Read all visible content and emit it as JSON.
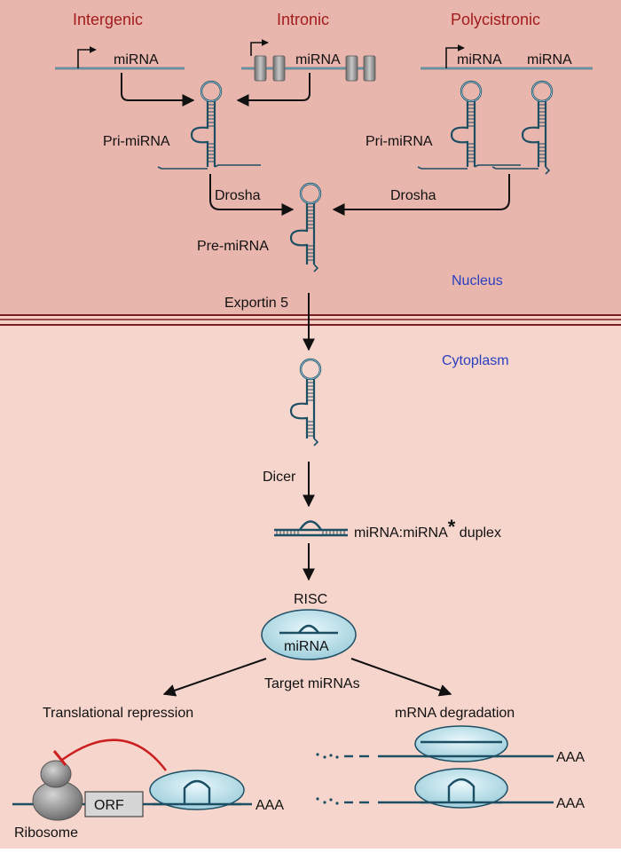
{
  "headers": {
    "intergenic": "Intergenic",
    "intronic": "Intronic",
    "polycistronic": "Polycistronic"
  },
  "genes": {
    "intergenic_mirna": "miRNA",
    "intronic_mirna": "miRNA",
    "poly_mirna_1": "miRNA",
    "poly_mirna_2": "miRNA"
  },
  "labels": {
    "pri_mirna_left": "Pri-miRNA",
    "pri_mirna_right": "Pri-miRNA",
    "drosha_left": "Drosha",
    "drosha_right": "Drosha",
    "pre_mirna": "Pre-miRNA",
    "nucleus": "Nucleus",
    "exportin": "Exportin 5",
    "cytoplasm": "Cytoplasm",
    "dicer": "Dicer",
    "duplex_main": "miRNA:miRNA",
    "duplex_star": "*",
    "duplex_tail": " duplex",
    "risc": "RISC",
    "risc_mirna": "miRNA",
    "target": "Target miRNAs",
    "translational_repression": "Translational repression",
    "mrna_degradation": "mRNA degradation",
    "orf": "ORF",
    "aaa_1": "AAA",
    "aaa_2": "AAA",
    "aaa_3": "AAA",
    "ribosome": "Ribosome"
  },
  "colors": {
    "nucleus_bg": "#e9b6ad",
    "cytoplasm_bg": "#f6d6cc",
    "membrane": "#7a1f1f",
    "header_red": "#a11c1c",
    "compartment_blue": "#2a3fbf",
    "rna_strand": "#1d4f64",
    "complex_fill": "#bfe6ef",
    "inhibition_red": "#cc1f1f"
  }
}
